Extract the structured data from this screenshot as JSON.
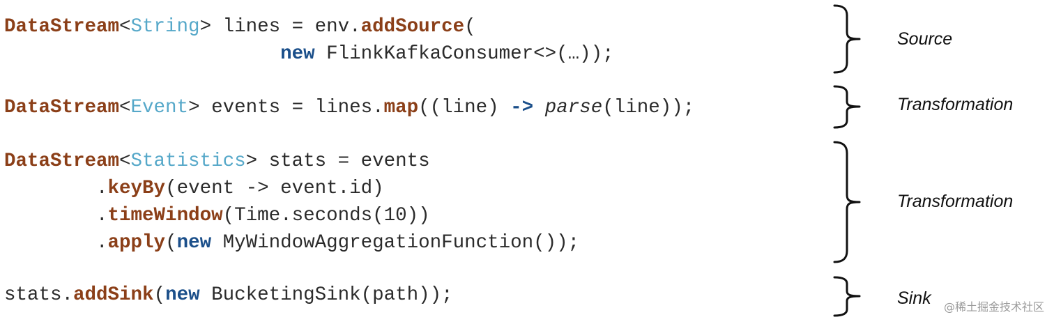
{
  "code": {
    "block1": {
      "line1": {
        "t1": "DataStream",
        "t2": "<",
        "t3": "String",
        "t4": "> lines = env.",
        "t5": "addSource",
        "t6": "("
      },
      "line2": {
        "t1": "new",
        "t2": " FlinkKafkaConsumer<>(…));"
      }
    },
    "block2": {
      "line1": {
        "t1": "DataStream",
        "t2": "<",
        "t3": "Event",
        "t4": "> events = lines.",
        "t5": "map",
        "t6": "((line) ",
        "t7": "->",
        "t8": " ",
        "t9": "parse",
        "t10": "(line));"
      }
    },
    "block3": {
      "line1": {
        "t1": "DataStream",
        "t2": "<",
        "t3": "Statistics",
        "t4": "> stats = events"
      },
      "line2": {
        "t1": ".",
        "t2": "keyBy",
        "t3": "(event -> event.id)"
      },
      "line3": {
        "t1": ".",
        "t2": "timeWindow",
        "t3": "(Time.seconds(10))"
      },
      "line4": {
        "t1": ".",
        "t2": "apply",
        "t3": "(",
        "t4": "new",
        "t5": " MyWindowAggregationFunction());"
      }
    },
    "block4": {
      "line1": {
        "t1": "stats.",
        "t2": "addSink",
        "t3": "(",
        "t4": "new",
        "t5": " BucketingSink(path));"
      }
    }
  },
  "labels": {
    "source": "Source",
    "transformation1": "Transformation",
    "transformation2": "Transformation",
    "sink": "Sink"
  },
  "watermark": "@稀土掘金技术社区",
  "colors": {
    "keyword": "#8b3f18",
    "type": "#56a8c9",
    "new_keyword": "#1b4f8a",
    "text": "#2b2b2b"
  }
}
